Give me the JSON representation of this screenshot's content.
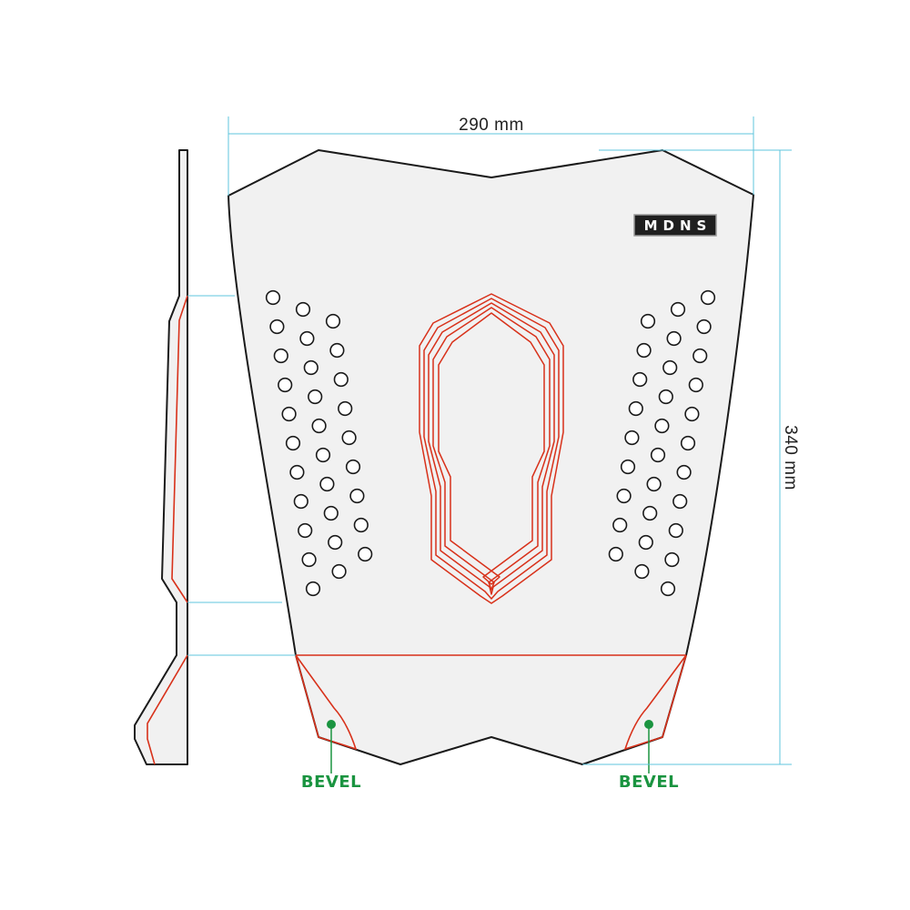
{
  "dimensions": {
    "width_label": "290 mm",
    "height_label": "340 mm"
  },
  "logo": {
    "text": "MDNS",
    "background": "#1f1f1f",
    "text_color": "#ffffff"
  },
  "labels": {
    "bevel_left": "BEVEL",
    "bevel_right": "BEVEL"
  },
  "colors": {
    "pad_fill": "#f1f1f1",
    "outline": "#1a1a1a",
    "accent_red": "#d8311a",
    "dimension_line": "#5fc4dc",
    "bevel_green": "#1a9440"
  }
}
